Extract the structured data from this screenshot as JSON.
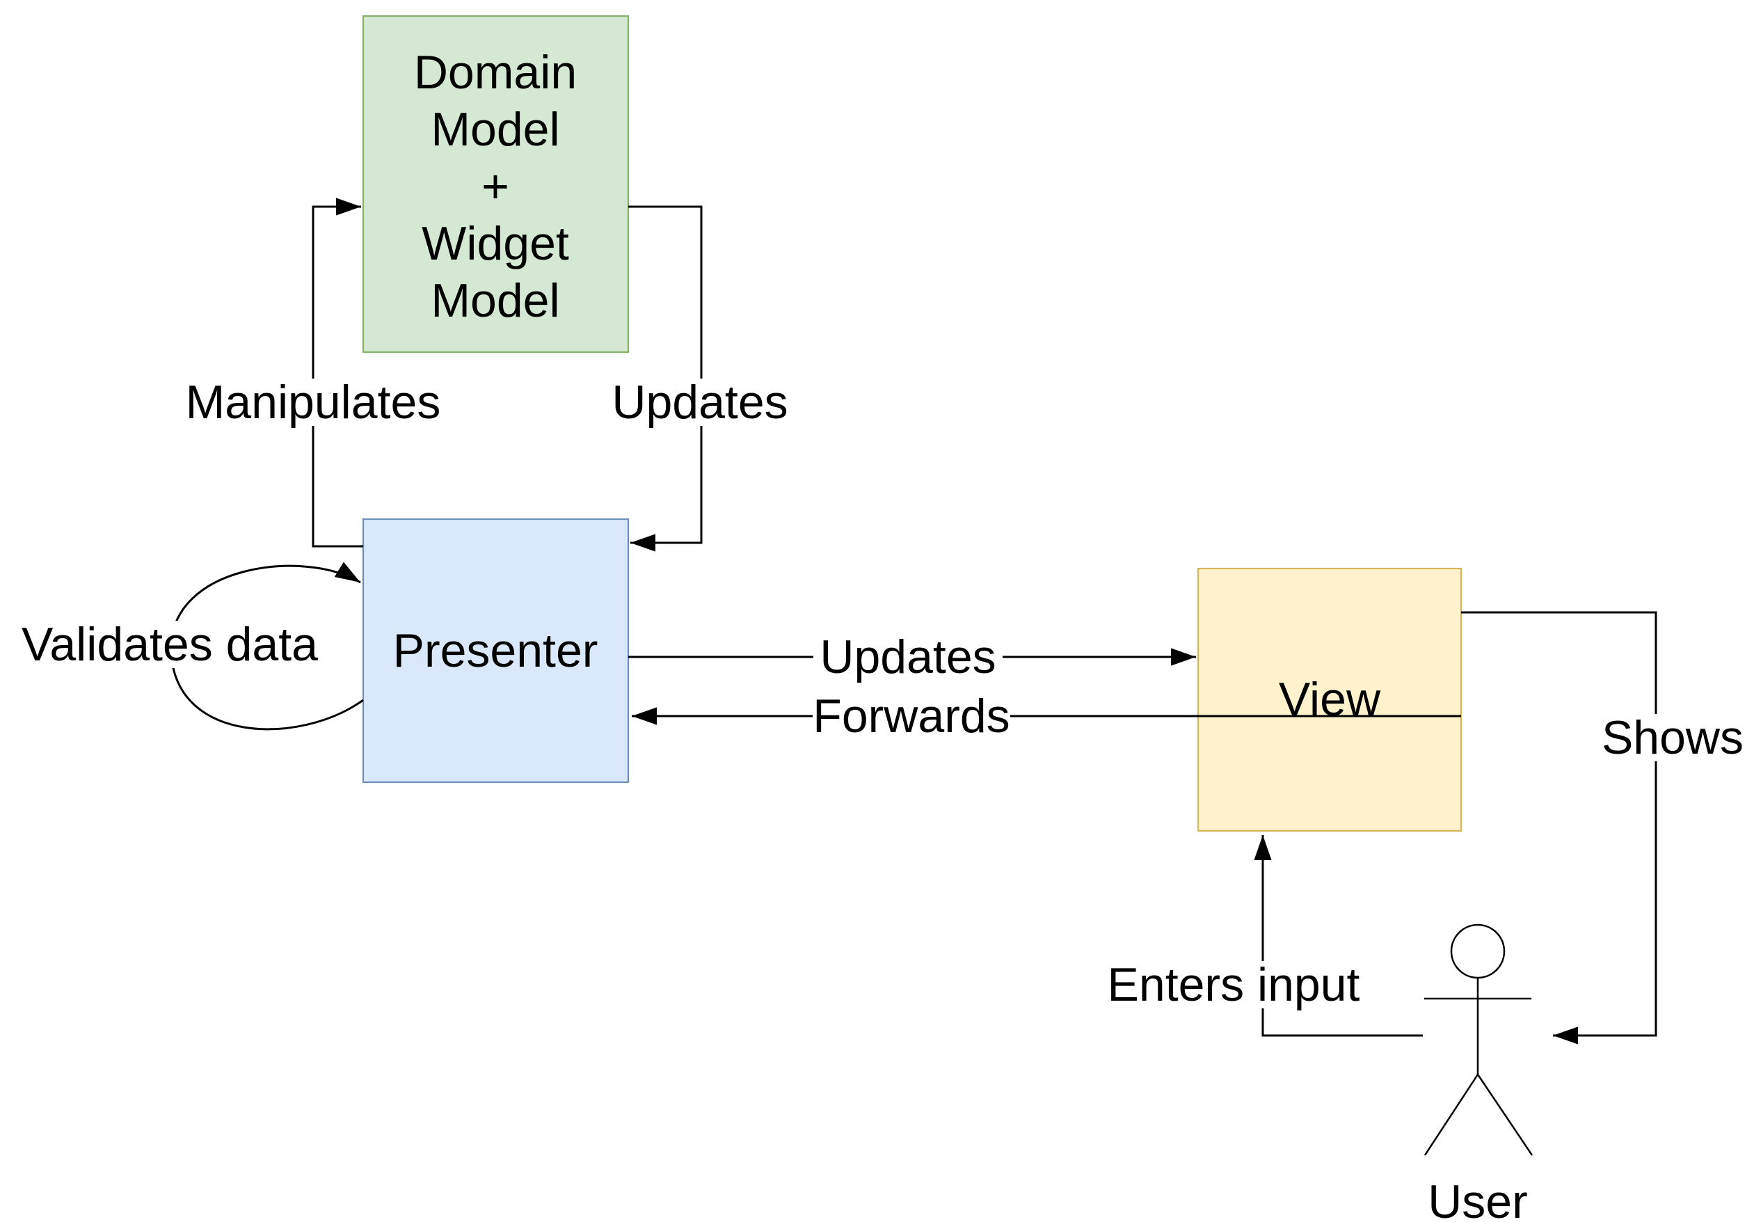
{
  "diagram": {
    "title": "Model-View-Presenter pattern",
    "background_color": "#ffffff",
    "line_color": "#000000",
    "text_color": "#000000",
    "nodes": {
      "model": {
        "lines": [
          "Domain",
          "Model",
          "+",
          "Widget",
          "Model"
        ],
        "label": "Domain Model + Widget Model",
        "fill": "#d5e8d4",
        "stroke": "#82b366"
      },
      "presenter": {
        "label": "Presenter",
        "fill": "#dae8fc",
        "stroke": "#6c8ebf"
      },
      "view": {
        "label": "View",
        "fill": "#fff2cc",
        "stroke": "#d6b656"
      }
    },
    "actor": {
      "label": "User"
    },
    "edges": {
      "manipulates": {
        "label": "Manipulates",
        "from": "Presenter",
        "to": "Domain Model + Widget Model"
      },
      "updates_model": {
        "label": "Updates",
        "from": "Domain Model + Widget Model",
        "to": "Presenter"
      },
      "validates": {
        "label": "Validates data",
        "from": "Presenter",
        "to": "Presenter"
      },
      "updates_view": {
        "label": "Updates",
        "from": "Presenter",
        "to": "View"
      },
      "forwards": {
        "label": "Forwards",
        "from": "View",
        "to": "Presenter"
      },
      "shows": {
        "label": "Shows",
        "from": "View",
        "to": "User"
      },
      "enters_input": {
        "label": "Enters input",
        "from": "User",
        "to": "View"
      }
    }
  }
}
